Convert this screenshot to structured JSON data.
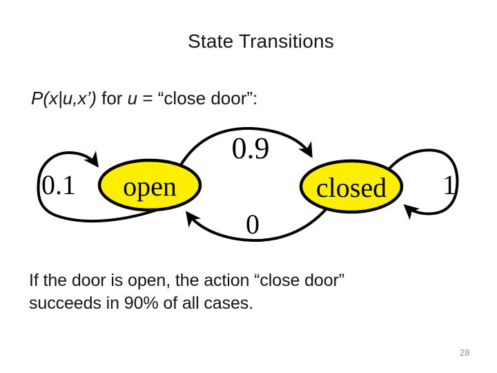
{
  "slide": {
    "title": "State Transitions",
    "formula": {
      "p_term": "P(x|u,x’)",
      "mid": " for ",
      "u_term": "u",
      "rest": " = “close door”:"
    },
    "body": {
      "line1": "If the door is open, the action “close door”",
      "line2": "succeeds in 90% of all cases."
    },
    "page_number": "28"
  },
  "diagram": {
    "type": "state-transition-diagram",
    "node_fill": "#fcf000",
    "edge_color": "#000000",
    "states": [
      {
        "id": "open",
        "label": "open"
      },
      {
        "id": "closed",
        "label": "closed"
      }
    ],
    "transitions": [
      {
        "from": "open",
        "to": "open",
        "prob": "0.1"
      },
      {
        "from": "open",
        "to": "closed",
        "prob": "0.9"
      },
      {
        "from": "closed",
        "to": "open",
        "prob": "0"
      },
      {
        "from": "closed",
        "to": "closed",
        "prob": "1"
      }
    ]
  }
}
